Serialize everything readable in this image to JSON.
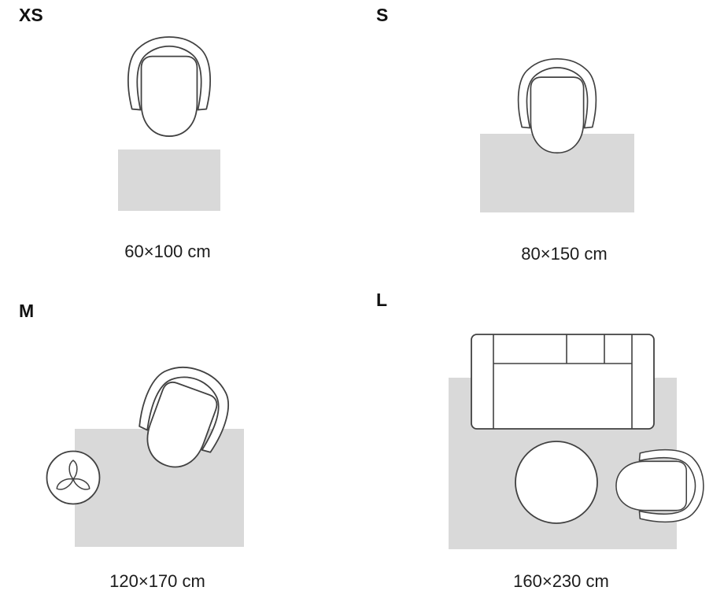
{
  "sizes": [
    {
      "id": "xs",
      "label": "XS",
      "dimensions": "60×100 cm"
    },
    {
      "id": "s",
      "label": "S",
      "dimensions": "80×150 cm"
    },
    {
      "id": "m",
      "label": "M",
      "dimensions": "120×170 cm"
    },
    {
      "id": "l",
      "label": "L",
      "dimensions": "160×230 cm"
    }
  ],
  "icons": {
    "armchair": "armchair-top-view",
    "sofa": "sofa-top-view",
    "coffee_table": "round-coffee-table-top-view",
    "plant_table": "round-plant-table-top-view"
  },
  "colors": {
    "background": "#ffffff",
    "rug": "#d9d9d9",
    "outline": "#414141",
    "text": "#1c1c1c"
  }
}
